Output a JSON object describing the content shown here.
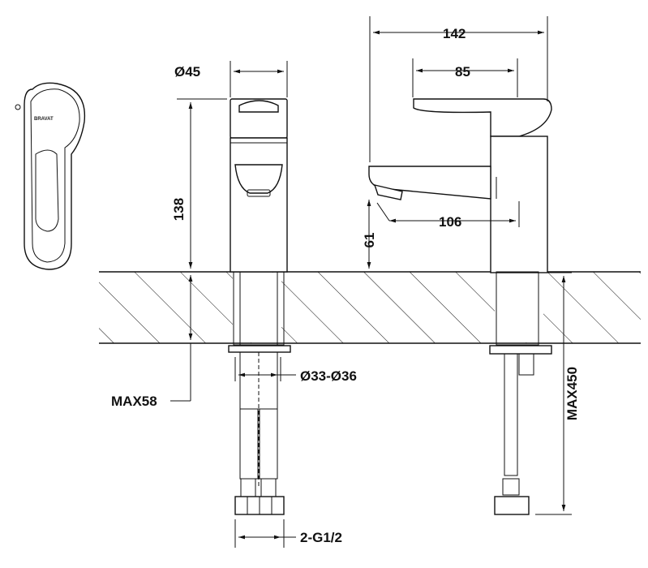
{
  "dimensions": {
    "width_total": "142",
    "width_spout": "85",
    "diameter_body": "Ø45",
    "height_body": "138",
    "spout_reach": "106",
    "spout_height": "61",
    "mount_hole": "Ø33-Ø36",
    "max_thickness": "MAX58",
    "hose_length": "MAX450",
    "connections": "2-G1/2"
  },
  "logo_text": "BRAVAT"
}
